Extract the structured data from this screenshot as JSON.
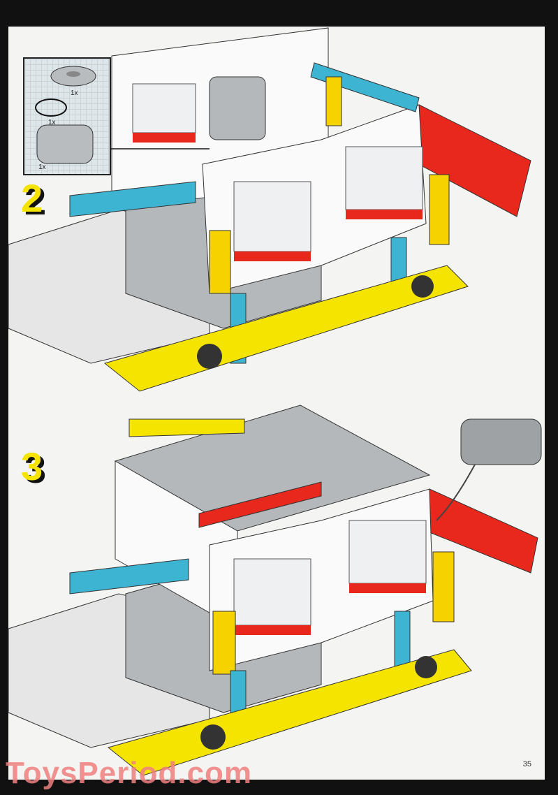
{
  "steps": [
    {
      "number": "2",
      "parts": [
        {
          "name": "pulley-wheel",
          "qty": "1x"
        },
        {
          "name": "rubber-band",
          "qty": "1x"
        },
        {
          "name": "motor",
          "qty": "1x"
        }
      ]
    },
    {
      "number": "3"
    }
  ],
  "page_number": "35",
  "watermark": "ToysPeriod.com",
  "colors": {
    "yellow": "#f5e400",
    "red": "#e8281c",
    "blue": "#3cb4d2",
    "grey": "#a9acae",
    "white": "#ffffff",
    "border": "#111111"
  }
}
